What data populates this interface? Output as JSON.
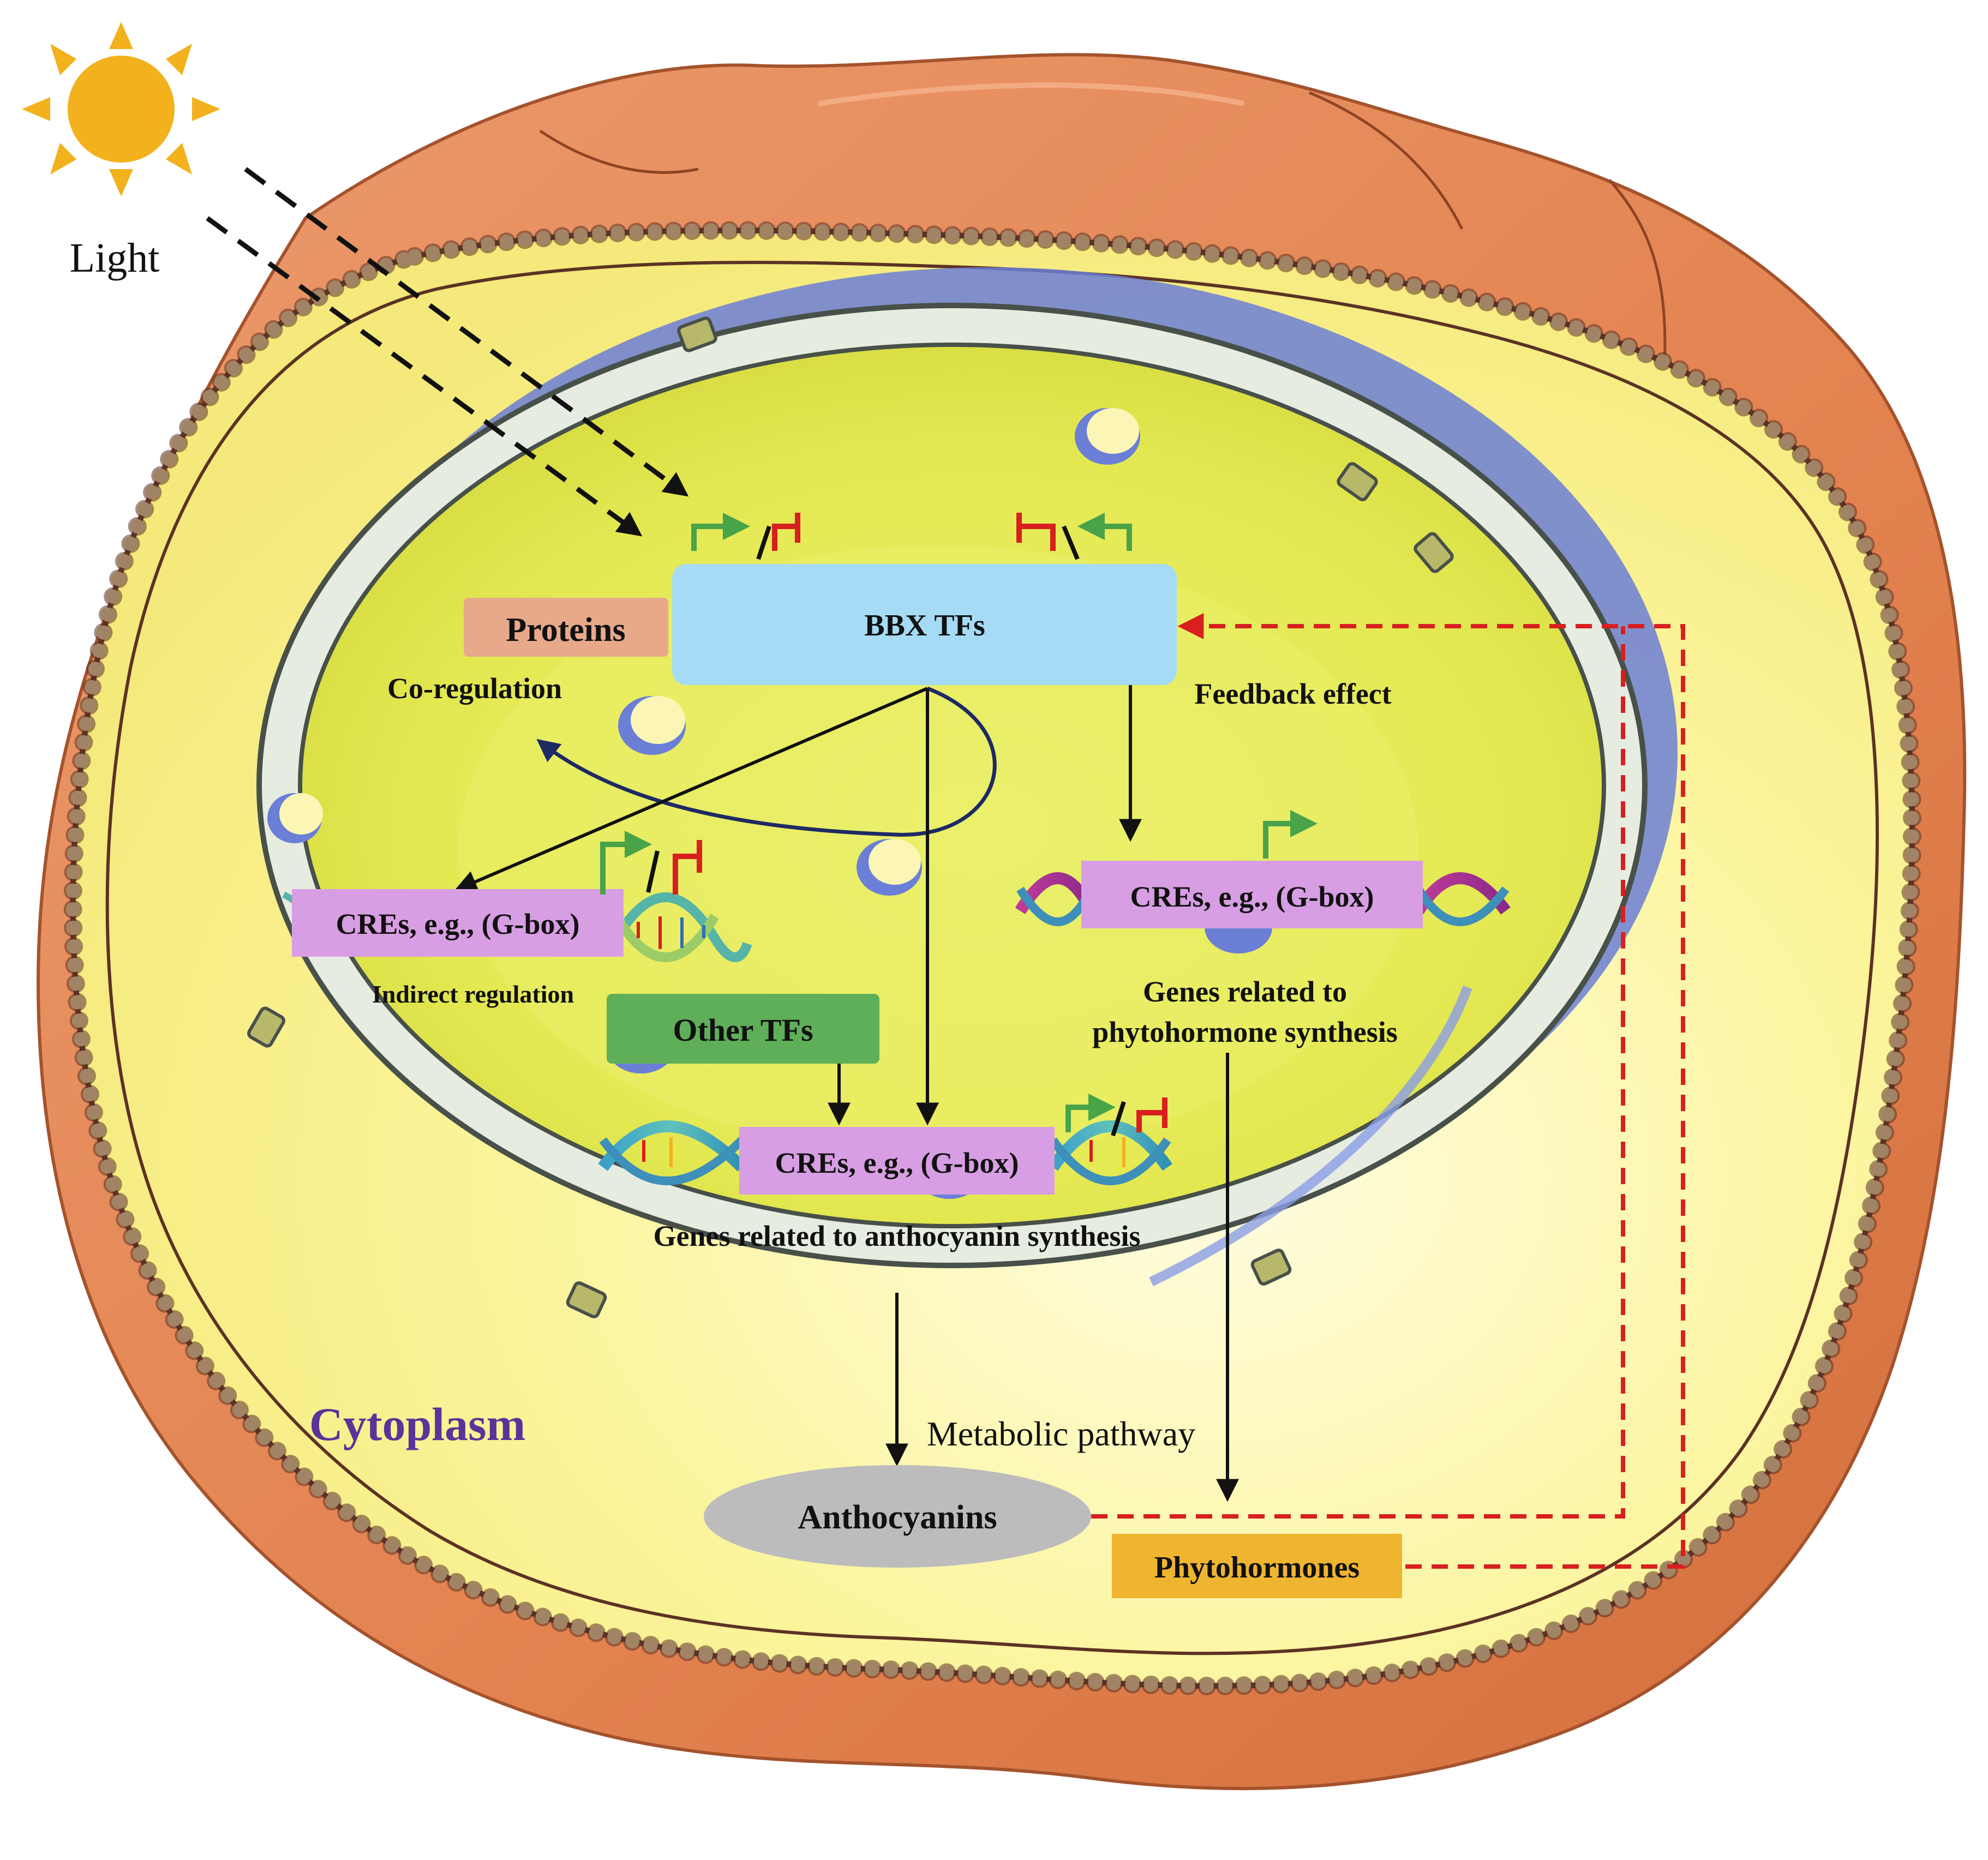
{
  "colors": {
    "cell_wall": "#e38a5c",
    "cell_wall_edge": "#a4532d",
    "cytoplasm": "#fbf49a",
    "nucleus": "#dde24a",
    "nucleus_inner": "#e8ec62",
    "envelope": "#e7ece1",
    "envelope_edge": "#48504a",
    "membrane_bead": "#f1e9b4",
    "membrane_edge": "#5c3224",
    "sun": "#f2b11d",
    "bbx_box": "#a5dbf5",
    "proteins_box": "#e8a98a",
    "cre_box": "#d89ee3",
    "other_tfs_box": "#5fae58",
    "anthocyanins_ellipse": "#bcbcbc",
    "phytohormones_box": "#efb530",
    "feedback_line": "#d7201f",
    "activate_arrow": "#48a349",
    "repress_bar": "#d7201f",
    "curve_arrow": "#1d2a63",
    "cytoplasm_label": "#5b3399"
  },
  "labels": {
    "light": "Light",
    "bbx_tfs": "BBX TFs",
    "proteins": "Proteins",
    "co_regulation": "Co-regulation",
    "feedback_effect": "Feedback effect",
    "cre_left": "CREs, e.g., (G-box)",
    "cre_right": "CREs, e.g., (G-box)",
    "cre_bottom": "CREs, e.g., (G-box)",
    "indirect_regulation": "Indirect regulation",
    "other_tfs": "Other TFs",
    "genes_phyto_line1": "Genes related to",
    "genes_phyto_line2": "phytohormone synthesis",
    "genes_antho": "Genes related to anthocyanin synthesis",
    "cytoplasm": "Cytoplasm",
    "metabolic_pathway": "Metabolic pathway",
    "anthocyanins": "Anthocyanins",
    "phytohormones": "Phytohormones"
  },
  "icons": {
    "sun": "sun-icon",
    "activation": "activation-arrow-icon",
    "repression": "repression-bar-icon",
    "dna": "dna-helix-icon",
    "pore": "nuclear-pore-icon"
  }
}
